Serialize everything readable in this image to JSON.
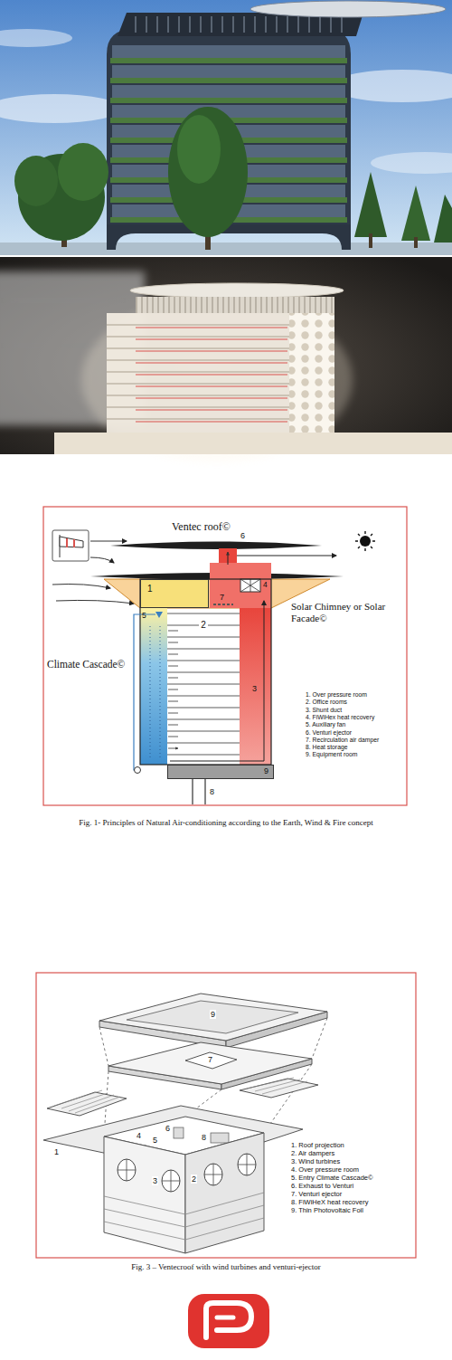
{
  "diagram": {
    "nodes": [
      {
        "text": [
          "1"
        ]
      },
      {
        "text": [
          "2"
        ]
      },
      {
        "text": [
          "9"
        ]
      }
    ],
    "labels": [
      "Ventec roof©",
      "Solar Chimney or Solar Facade©",
      "Climate Cascade©",
      "3",
      "4",
      "5",
      "6",
      "7",
      "8",
      "1. Over pressure room",
      "2. Office rooms",
      "3. Shunt duct",
      "4. FiWiHex heat recovery",
      "5. Auxiliary fan",
      "6. Venturi ejector",
      "7. Recirculation air damper",
      "8. Heat storage",
      "9. Equipment room",
      "Fig. 1- Principles of Natural Air-conditioning according to the Earth, Wind & Fire concept",
      "9",
      "7",
      "1",
      "2",
      "3",
      "4",
      "5",
      "6",
      "8",
      "1. Roof projection",
      "2. Air dampers",
      "3. Wind turbines",
      "4. Over pressure room",
      "5. Entry Climate Cascade©",
      "6. Exhaust to Venturi",
      "7. Venturi ejector",
      "8. FiWiHeX heat recovery",
      "9. Thin Photovoltaic Foil",
      "Fig. 3 – Ventecroof with wind turbines and venturi-ejector"
    ]
  }
}
